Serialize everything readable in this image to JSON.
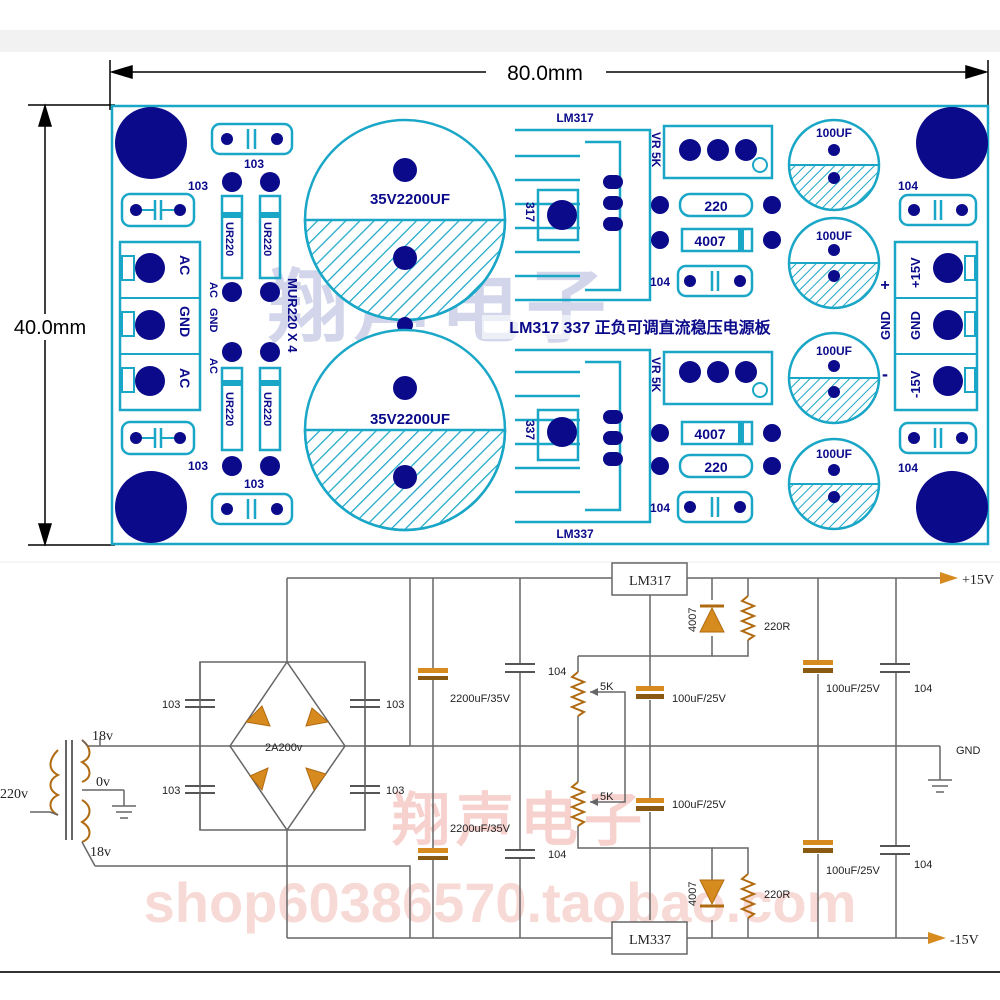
{
  "pcb": {
    "width_dim": "80.0mm",
    "height_dim": "40.0mm",
    "board_title": "LM317  337 正负可调直流稳压电源板",
    "watermark": "翔声电子",
    "cap_big_top": "35V2200UF",
    "cap_big_bottom": "35V2200UF",
    "diode_label": "UR220",
    "bridge_label": "MUR220 X 4",
    "cap103": "103",
    "cap104": "104",
    "ac": "AC",
    "gnd": "GND",
    "reg_top_name": "LM317",
    "reg_top_code": "317",
    "reg_bottom_name": "LM337",
    "reg_bottom_code": "337",
    "pot": "VR 5K",
    "res220": "220",
    "diode4007": "4007",
    "cap100": "100UF",
    "out_pos": "+15V",
    "out_neg": "-15V",
    "plus": "+",
    "minus": "-"
  },
  "schematic": {
    "v_in": "220v",
    "tap_top": "18v",
    "tap_mid": "0v",
    "tap_bottom": "18v",
    "bridge": "2A200v",
    "c103": "103",
    "c_main": "2200uF/35V",
    "c104": "104",
    "pot": "5K",
    "c_adj": "100uF/25V",
    "diode": "4007",
    "res": "220R",
    "reg_pos": "LM317",
    "reg_neg": "LM337",
    "out_pos": "+15V",
    "out_neg": "-15V",
    "gnd": "GND",
    "watermark": "翔声电子",
    "url": "shop60386570.taobao.com"
  },
  "colors": {
    "pcb_outline": "#1aa7c7",
    "pad": "#0a0a8a",
    "wire": "#555555",
    "component": "#d78a1e"
  }
}
